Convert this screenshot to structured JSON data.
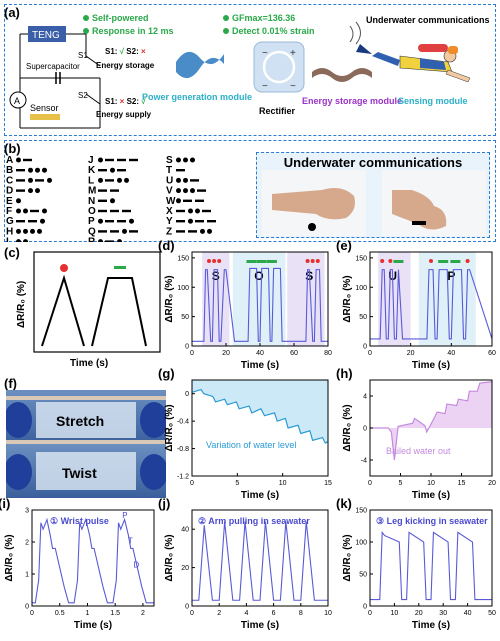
{
  "panel_a": {
    "label": "(a)",
    "teng": "TENG",
    "supercapacitor": "Supercapacitor",
    "sensor": "Sensor",
    "ammeter": "A",
    "s1": "S1",
    "s2": "S2",
    "storage_state": "S1: √ S2: ×",
    "storage_label": "Energy storage",
    "supply_state": "S1: × S2: √",
    "supply_label": "Energy supply",
    "bullets": [
      "Self-powered",
      "Response in 12 ms",
      "GFmax=136.36",
      "Detect 0.01% strain"
    ],
    "underwater": "Underwater communications",
    "power_module": "Power generation module",
    "rectifier": "Rectifier",
    "storage_module": "Energy storage module",
    "sensing_module": "Sensing module"
  },
  "panel_b": {
    "label": "(b)",
    "morse": [
      {
        "l": "A",
        "c": ".-"
      },
      {
        "l": "B",
        "c": "-..."
      },
      {
        "l": "C",
        "c": "-.-."
      },
      {
        "l": "D",
        "c": "-.."
      },
      {
        "l": "E",
        "c": "."
      },
      {
        "l": "F",
        "c": "..-."
      },
      {
        "l": "G",
        "c": "--."
      },
      {
        "l": "H",
        "c": "...."
      },
      {
        "l": "I",
        "c": ".."
      },
      {
        "l": "J",
        "c": ".---"
      },
      {
        "l": "K",
        "c": "-.-"
      },
      {
        "l": "L",
        "c": ".-.."
      },
      {
        "l": "M",
        "c": "--"
      },
      {
        "l": "N",
        "c": "-."
      },
      {
        "l": "O",
        "c": "---"
      },
      {
        "l": "P",
        "c": ".--."
      },
      {
        "l": "Q",
        "c": "--.-"
      },
      {
        "l": "R",
        "c": ".-."
      },
      {
        "l": "S",
        "c": "..."
      },
      {
        "l": "T",
        "c": "-"
      },
      {
        "l": "U",
        "c": "..-"
      },
      {
        "l": "V",
        "c": "...-"
      },
      {
        "l": "W",
        "c": ".--"
      },
      {
        "l": "X",
        "c": "-..-"
      },
      {
        "l": "Y",
        "c": "-.--"
      },
      {
        "l": "Z",
        "c": "--.."
      }
    ],
    "title": "Underwater communications"
  },
  "panel_c": {
    "label": "(c)",
    "xlabel": "Time (s)",
    "ylabel": "ΔR/R₀ (%)"
  },
  "panel_f": {
    "label": "(f)",
    "stretch": "Stretch",
    "twist": "Twist"
  },
  "chart_data": [
    {
      "panel": "(d)",
      "type": "line",
      "xlabel": "Time (s)",
      "ylabel": "ΔR/R₀ (%)",
      "xlim": [
        0,
        80
      ],
      "ylim": [
        0,
        160
      ],
      "xticks": [
        0,
        20,
        40,
        60,
        80
      ],
      "yticks": [
        0,
        50,
        100,
        150
      ],
      "color": "#5a5ad8",
      "letters": [
        "S",
        "O",
        "S"
      ],
      "x": [
        0,
        7,
        8,
        9,
        11,
        12,
        13,
        15,
        16,
        17,
        19,
        20,
        25,
        33,
        34,
        38,
        39,
        40,
        41,
        45,
        46,
        47,
        48,
        52,
        53,
        54,
        65,
        67,
        68,
        69,
        71,
        72,
        73,
        75,
        76,
        77,
        80
      ],
      "y": [
        8,
        8,
        130,
        130,
        8,
        8,
        130,
        130,
        8,
        8,
        130,
        130,
        8,
        8,
        132,
        132,
        8,
        8,
        132,
        132,
        8,
        8,
        132,
        132,
        8,
        8,
        8,
        8,
        130,
        130,
        8,
        8,
        130,
        130,
        8,
        8,
        8
      ]
    },
    {
      "panel": "(e)",
      "type": "line",
      "xlabel": "Time (s)",
      "ylabel": "ΔR/R₀ (%)",
      "xlim": [
        0,
        60
      ],
      "ylim": [
        0,
        160
      ],
      "xticks": [
        0,
        20,
        40,
        60
      ],
      "yticks": [
        0,
        50,
        100,
        150
      ],
      "color": "#5a5ad8",
      "letters": [
        "U",
        "P"
      ],
      "x": [
        0,
        5,
        6,
        7,
        8,
        9,
        10,
        11,
        12,
        13,
        14,
        16,
        27,
        28,
        29,
        31,
        32,
        33,
        34,
        38,
        39,
        40,
        41,
        45,
        46,
        47,
        48,
        49,
        60
      ],
      "y": [
        12,
        12,
        130,
        130,
        12,
        12,
        130,
        130,
        12,
        12,
        130,
        12,
        12,
        12,
        130,
        130,
        12,
        12,
        130,
        130,
        12,
        12,
        130,
        130,
        12,
        12,
        130,
        130,
        12
      ]
    },
    {
      "panel": "(g)",
      "type": "area",
      "xlabel": "Time (s)",
      "ylabel": "ΔR/R₀ (%)",
      "annotation": "Variation of water level",
      "xlim": [
        0,
        15
      ],
      "ylim": [
        -1.2,
        0.2
      ],
      "xticks": [
        0,
        5,
        10,
        15
      ],
      "yticks": [
        -1.2,
        -0.8,
        -0.4,
        0.0
      ],
      "x": [
        0,
        1,
        1.3,
        2.3,
        2.6,
        3.6,
        3.9,
        4.9,
        5.2,
        6.3,
        6.6,
        7.6,
        8.0,
        9.1,
        9.4,
        10.3,
        10.6,
        11.7,
        12.0,
        13.0,
        13.3,
        14.4,
        14.7,
        15
      ],
      "y": [
        0.02,
        0.06,
        0.0,
        -0.04,
        -0.12,
        -0.08,
        -0.16,
        -0.12,
        -0.22,
        -0.18,
        -0.28,
        -0.22,
        -0.32,
        -0.28,
        -0.4,
        -0.36,
        -0.5,
        -0.46,
        -0.58,
        -0.54,
        -0.68,
        -0.64,
        -0.72,
        -0.7
      ]
    },
    {
      "panel": "(h)",
      "type": "area",
      "xlabel": "Time (s)",
      "ylabel": "ΔR/R₀ (%)",
      "annotation": "Bailed water out",
      "xlim": [
        0,
        20
      ],
      "ylim": [
        -6,
        6
      ],
      "xticks": [
        0,
        5,
        10,
        15,
        20
      ],
      "yticks": [
        -4,
        0,
        4
      ],
      "x": [
        0,
        3,
        3.5,
        4,
        4.6,
        7,
        7.3,
        9,
        9.3,
        10.5,
        11,
        12.3,
        12.6,
        14.2,
        14.5,
        16,
        16.3,
        17.6,
        18,
        20
      ],
      "y": [
        0,
        0,
        -0.5,
        -4,
        0.2,
        0.6,
        1.2,
        0.3,
        -0.5,
        1.2,
        2.0,
        1.8,
        3.0,
        2.8,
        3.6,
        3.4,
        4.6,
        4.6,
        5.6,
        5.8
      ]
    },
    {
      "panel": "(i)",
      "type": "line",
      "xlabel": "Time (s)",
      "ylabel": "ΔR/R₀ (%)",
      "annotation": "① Wrist pulse",
      "peak_labels": [
        "P",
        "T",
        "D"
      ],
      "xlim": [
        0,
        2.2
      ],
      "ylim": [
        0,
        3
      ],
      "xticks": [
        0,
        0.5,
        1,
        1.5,
        2
      ],
      "yticks": [
        0,
        1,
        2,
        3
      ],
      "color": "#5a5ad8",
      "x": [
        0,
        0.06,
        0.12,
        0.16,
        0.2,
        0.27,
        0.33,
        0.37,
        0.42,
        0.5,
        0.58,
        0.66,
        0.76,
        0.82,
        0.86,
        0.9,
        0.97,
        1.04,
        1.08,
        1.12,
        1.2,
        1.28,
        1.36,
        1.46,
        1.52,
        1.56,
        1.6,
        1.67,
        1.74,
        1.78,
        1.82,
        1.9,
        1.98,
        2.06,
        2.16,
        2.2
      ],
      "y": [
        0.1,
        0.1,
        0.8,
        2.6,
        2.4,
        2.7,
        2.2,
        1.8,
        1.8,
        1.2,
        0.6,
        0.1,
        0.1,
        0.8,
        2.6,
        2.4,
        2.7,
        2.2,
        1.8,
        1.8,
        1.2,
        0.6,
        0.1,
        0.1,
        0.8,
        2.6,
        2.4,
        2.7,
        2.2,
        1.8,
        1.8,
        1.2,
        0.6,
        0.1,
        0.1,
        0.1
      ]
    },
    {
      "panel": "(j)",
      "type": "line",
      "xlabel": "Time (s)",
      "ylabel": "ΔR/R₀ (%)",
      "annotation": "② Arm pulling in seawater",
      "xlim": [
        0,
        10
      ],
      "ylim": [
        0,
        50
      ],
      "xticks": [
        0,
        2,
        4,
        6,
        8,
        10
      ],
      "yticks": [
        0,
        20,
        40
      ],
      "color": "#5a5ad8",
      "x": [
        0,
        0.5,
        0.9,
        1.5,
        2.0,
        2.4,
        3.0,
        3.5,
        3.9,
        4.5,
        5.0,
        5.4,
        6.0,
        6.5,
        6.9,
        7.5,
        8.0,
        8.4,
        9.0,
        9.5,
        10
      ],
      "y": [
        3,
        3,
        42,
        3,
        3,
        44,
        3,
        3,
        44,
        3,
        3,
        44,
        3,
        3,
        44,
        3,
        3,
        44,
        3,
        3,
        3
      ]
    },
    {
      "panel": "(k)",
      "type": "line",
      "xlabel": "Time (s)",
      "ylabel": "ΔR/R₀ (%)",
      "annotation": "③ Leg kicking in seawater",
      "xlim": [
        0,
        50
      ],
      "ylim": [
        0,
        150
      ],
      "xticks": [
        0,
        10,
        20,
        30,
        40,
        50
      ],
      "yticks": [
        0,
        50,
        100,
        150
      ],
      "color": "#5a5ad8",
      "x": [
        0,
        4,
        5,
        6,
        12,
        13,
        14,
        15,
        16,
        22,
        23,
        24,
        25,
        26,
        32,
        33,
        34,
        35,
        36,
        42,
        43,
        44,
        45,
        50
      ],
      "y": [
        10,
        10,
        115,
        110,
        100,
        10,
        10,
        10,
        115,
        100,
        10,
        10,
        10,
        115,
        100,
        10,
        10,
        10,
        115,
        100,
        10,
        10,
        10,
        10
      ]
    }
  ]
}
